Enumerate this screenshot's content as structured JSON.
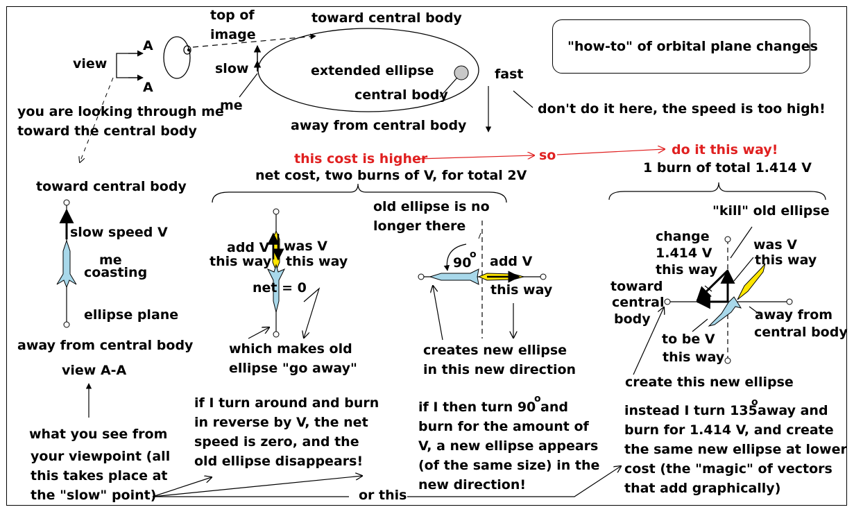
{
  "title": "\"how-to\" of orbital plane changes",
  "labels": {
    "view": "view",
    "a_top": "A",
    "a_bottom": "A",
    "top_of_image_1": "top of",
    "top_of_image_2": "image",
    "toward_central_top": "toward central body",
    "slow": "slow",
    "me_top": "me",
    "extended_ellipse": "extended ellipse",
    "central_body": "central body",
    "fast": "fast",
    "away_central_top": "away from central body",
    "dont_do_it": "don't do it here,  the speed is too high!",
    "looking_1": "you are looking through me",
    "looking_2": "toward the central body",
    "cost_higher": "this cost is higher",
    "so": "so",
    "do_it": "do it this way!",
    "net_cost": "net cost,  two burns of V,  for total 2V",
    "one_burn": "1 burn of total 1.414 V",
    "toward_left": "toward central body",
    "slow_speed": "slow speed V",
    "me_coasting_1": "me",
    "me_coasting_2": "coasting",
    "ellipse_plane": "ellipse plane",
    "away_left": "away from central body",
    "view_aa": "view A-A",
    "add_v_1": "add V",
    "add_v_2": "this way",
    "was_v_1": "was V",
    "was_v_2": "this way",
    "net_zero": "net = 0",
    "which_makes_1": "which makes old",
    "which_makes_2": "ellipse \"go away\"",
    "old_ellipse_1": "old ellipse is no",
    "old_ellipse_2": "longer there",
    "ninety": "90",
    "deg_sup": "o",
    "add_v_mid_1": "add V",
    "add_v_mid_2": "this way",
    "creates_1": "creates new ellipse",
    "creates_2": "in this new direction",
    "kill": "\"kill\" old ellipse",
    "change_1": "change",
    "change_2": "1.414 V",
    "change_3": "this way",
    "was_v_r1": "was V",
    "was_v_r2": "this way",
    "toward_r1": "toward",
    "toward_r2": "central",
    "toward_r3": "body",
    "away_r1": "away from",
    "away_r2": "central body",
    "to_be_1": "to be V",
    "to_be_2": "this way",
    "create_new": "create this new ellipse",
    "turn_around": [
      "if I turn around and burn",
      "in reverse by V,  the net",
      "speed is zero,  and the",
      "old ellipse disappears!"
    ],
    "turn_90": [
      "if I then turn 90",
      "burn for the amount of",
      "V,  a new ellipse appears",
      "(of the same size) in the",
      "new direction!"
    ],
    "turn_90_rest": " and",
    "turn_135_pre": "instead I turn 135",
    "turn_135_post": " away and",
    "turn_135": [
      "burn for 1.414 V,  and create",
      "the same new ellipse at lower",
      "cost (the \"magic\" of vectors",
      " that add graphically)"
    ],
    "what_you_see": [
      "what you see from",
      "your viewpoint (all",
      "this takes place at",
      "the \"slow\" point)"
    ],
    "or_this": "or this"
  },
  "colors": {
    "red": "#e02020",
    "rocket": "#a8d8ea",
    "flame": "#ffe600",
    "planet": "#c8c8c8"
  }
}
